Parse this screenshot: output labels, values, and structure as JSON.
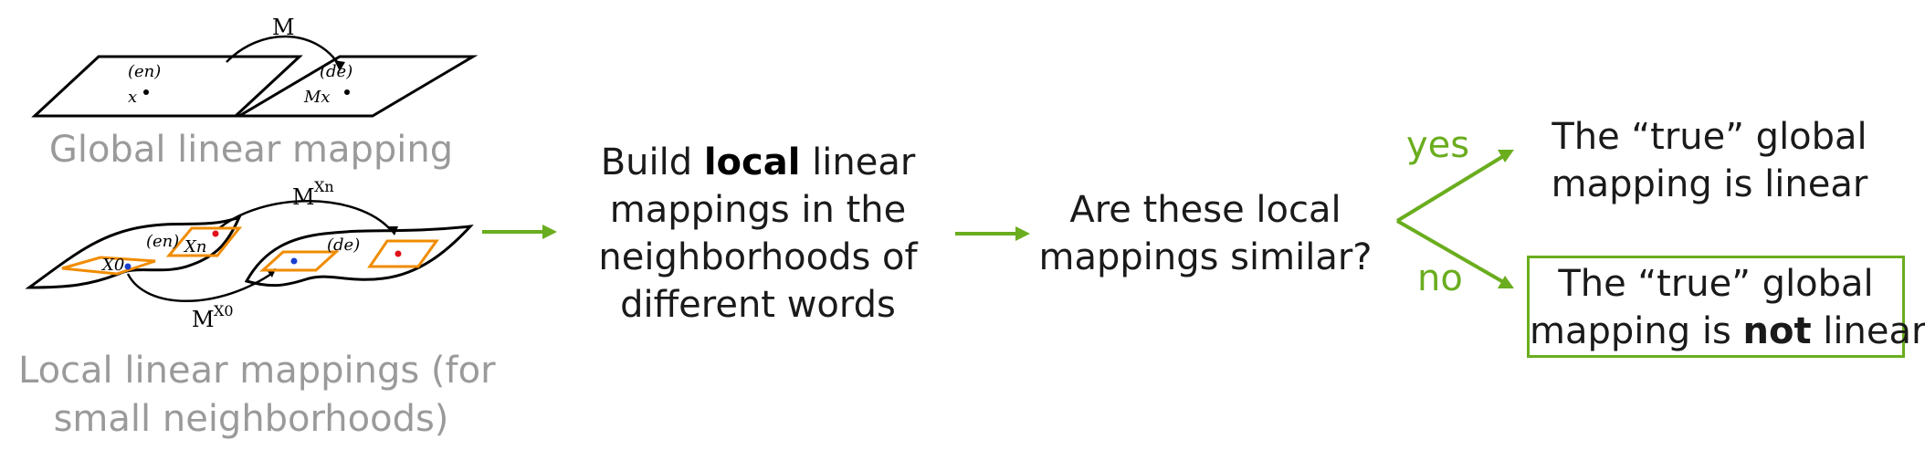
{
  "top_illustration": {
    "map_label": "M",
    "left_plane_lang": "(en)",
    "right_plane_lang": "(de)",
    "left_point_label": "x",
    "right_point_label": "Mx",
    "caption": "Global linear mapping"
  },
  "bottom_illustration": {
    "upper_map_label": "M",
    "upper_map_sup": "Xn",
    "lower_map_label": "M",
    "lower_map_sup": "X0",
    "left_surface_lang": "(en)",
    "right_surface_lang": "(de)",
    "left_patch_1_label": "X0",
    "left_patch_2_label": "Xn",
    "caption_line_1": "Local linear mappings (for",
    "caption_line_2": "small neighborhoods)"
  },
  "step_build": {
    "line_1_prefix": "Build",
    "line_1_emph": "local",
    "line_1_suffix": "linear",
    "line_2": "mappings in the",
    "line_3": "neighborhoods of",
    "line_4": "different words"
  },
  "step_question": {
    "line_1": "Are these local",
    "line_2": "mappings similar?"
  },
  "branch_yes": {
    "label": "yes"
  },
  "branch_no": {
    "label": "no"
  },
  "outcome_linear": {
    "line_1": "The “true” global",
    "line_2": "mapping is linear"
  },
  "outcome_not_linear": {
    "line_1": "The “true” global",
    "line_2_prefix": "mapping is",
    "line_2_emph": "not",
    "line_2_suffix": "linear"
  },
  "colors": {
    "accent_green": "#6aad1e",
    "patch_orange": "#f08c00",
    "caption_gray": "#9a9a9a",
    "point_red": "#e0101a",
    "point_blue": "#1a3fd0"
  }
}
